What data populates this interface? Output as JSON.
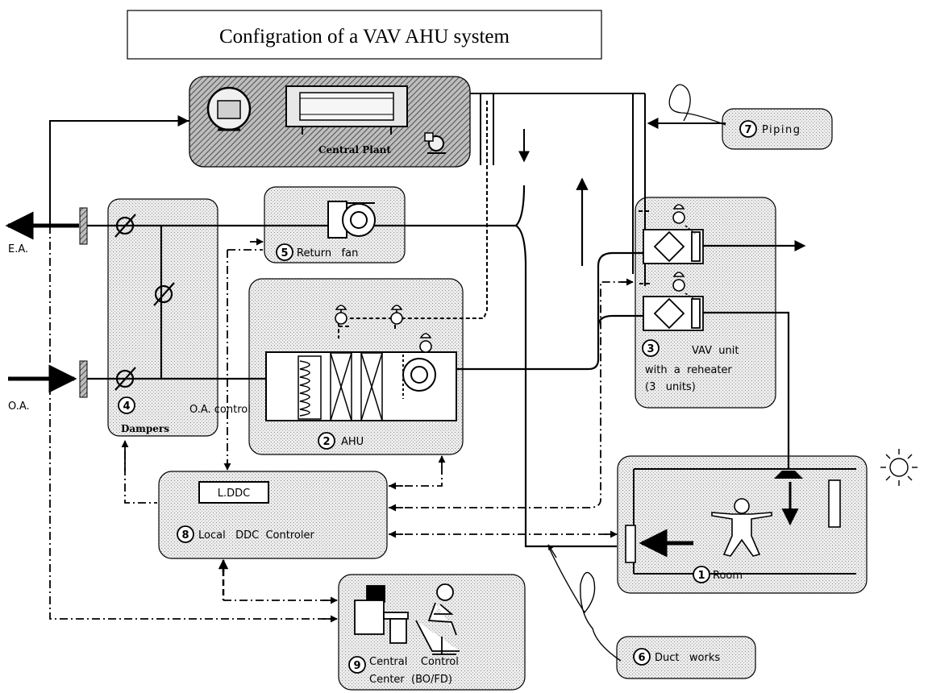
{
  "title": "Configration of a VAV AHU system",
  "outside_labels": {
    "exhaust_air": "E.A.",
    "outside_air": "O.A."
  },
  "components": {
    "central_plant": {
      "label": "Central Plant"
    },
    "room": {
      "number": "1",
      "label": "Room"
    },
    "ahu": {
      "number": "2",
      "label": "AHU"
    },
    "vav_unit": {
      "number": "3",
      "line1": "VAV  unit",
      "line2": "with  a  reheater",
      "line3": "(3   units)"
    },
    "oa_dampers": {
      "number": "4",
      "label": "O.A. control",
      "sub_label": "Dampers"
    },
    "return_fan": {
      "number": "5",
      "label": "Return   fan"
    },
    "duct_works": {
      "number": "6",
      "label": "Duct   works"
    },
    "piping": {
      "number": "7",
      "label": "Piping"
    },
    "local_ddc": {
      "number": "8",
      "label": "Local   DDC  Controler",
      "box_label": "L.DDC"
    },
    "central_control": {
      "number": "9",
      "line1": "Central    Control",
      "line2": "Center  (BO/FD)"
    }
  },
  "colors": {
    "stipple_fill": "#e4e4e4",
    "hatch_fill": "#9a9a9a",
    "line": "#000000",
    "background": "#ffffff"
  },
  "icons": [
    "sun-icon",
    "person-icon",
    "fan-icon",
    "valve-icon",
    "damper-icon",
    "computer-operator-icon",
    "chiller-icon",
    "boiler-icon",
    "pump-icon",
    "coil-icon",
    "filter-icon",
    "diffuser-icon"
  ]
}
